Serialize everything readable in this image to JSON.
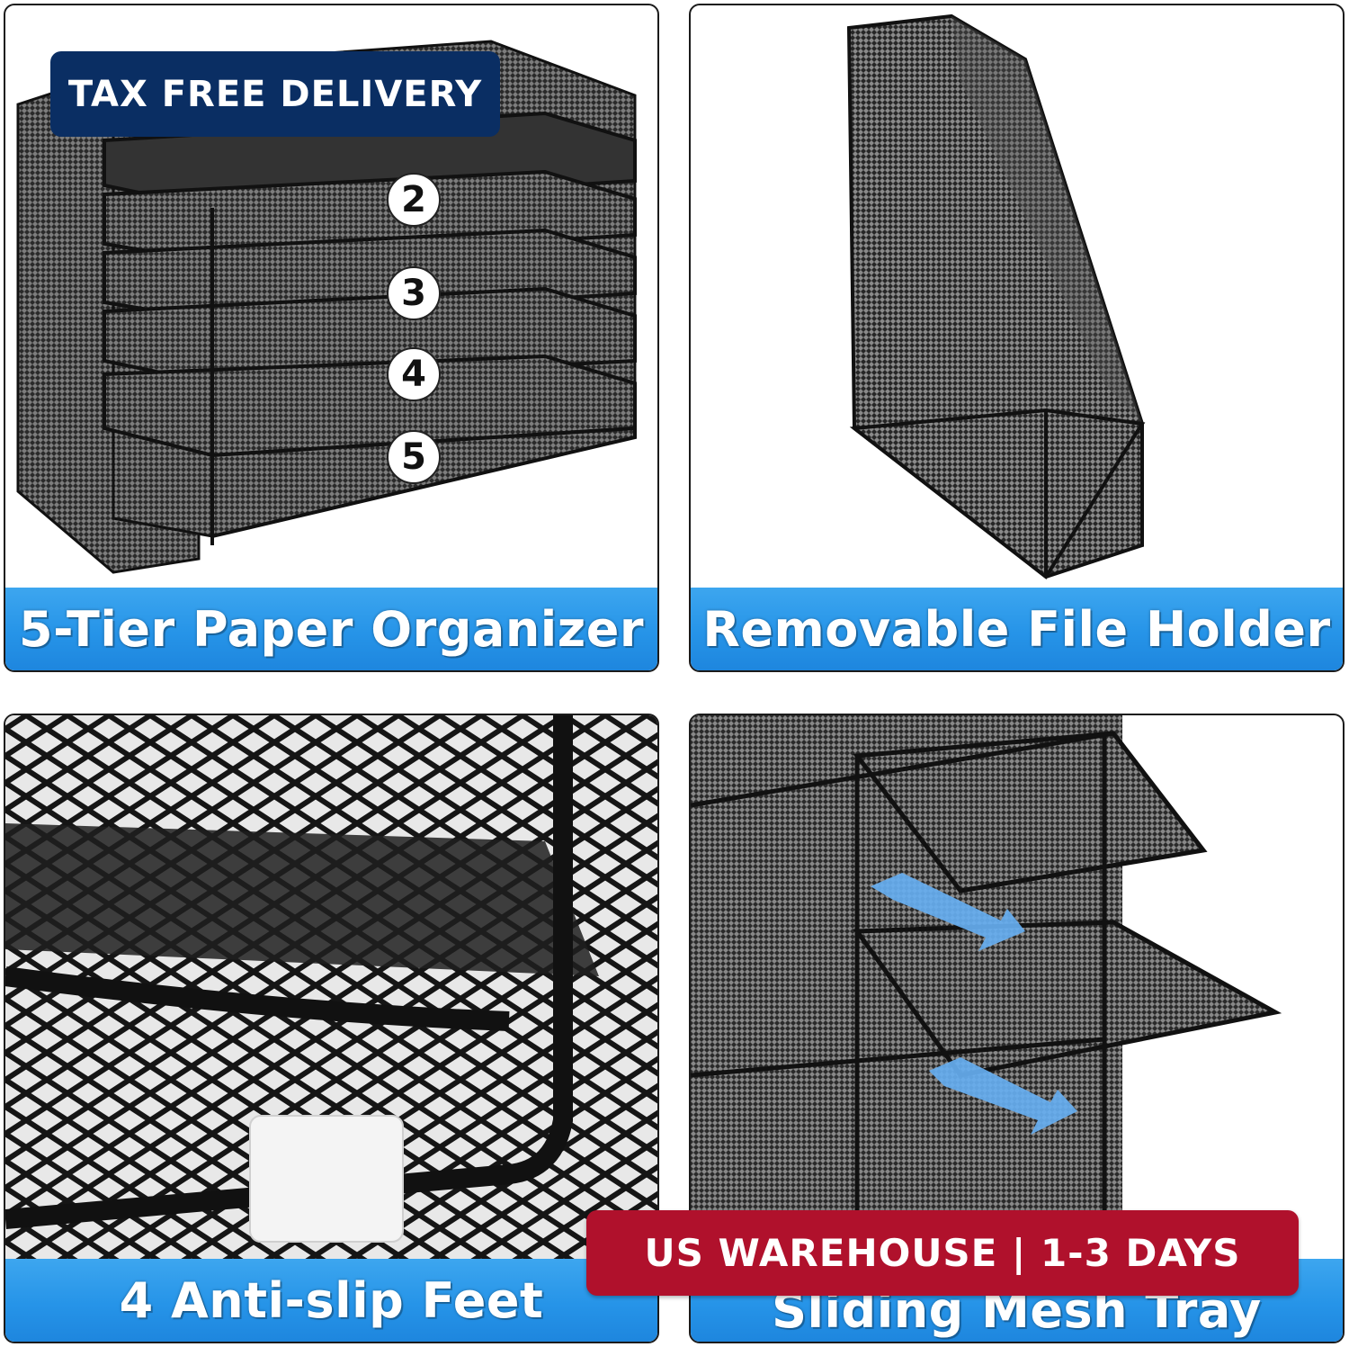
{
  "badges": {
    "top": "TAX FREE DELIVERY",
    "bottom": "US WAREHOUSE | 1-3 DAYS"
  },
  "panels": [
    {
      "caption": "5-Tier Paper Organizer",
      "tier_numbers": [
        "2",
        "3",
        "4",
        "5"
      ]
    },
    {
      "caption": "Removable File Holder"
    },
    {
      "caption": "4 Anti-slip Feet"
    },
    {
      "caption": "Sliding Mesh Tray"
    }
  ],
  "colors": {
    "caption_blue": "#2694e8",
    "tax_badge_navy": "#0a2e63",
    "warehouse_badge_red": "#b0112c",
    "arrow_blue": "#66aef0",
    "mesh_black": "#1a1a1a"
  }
}
